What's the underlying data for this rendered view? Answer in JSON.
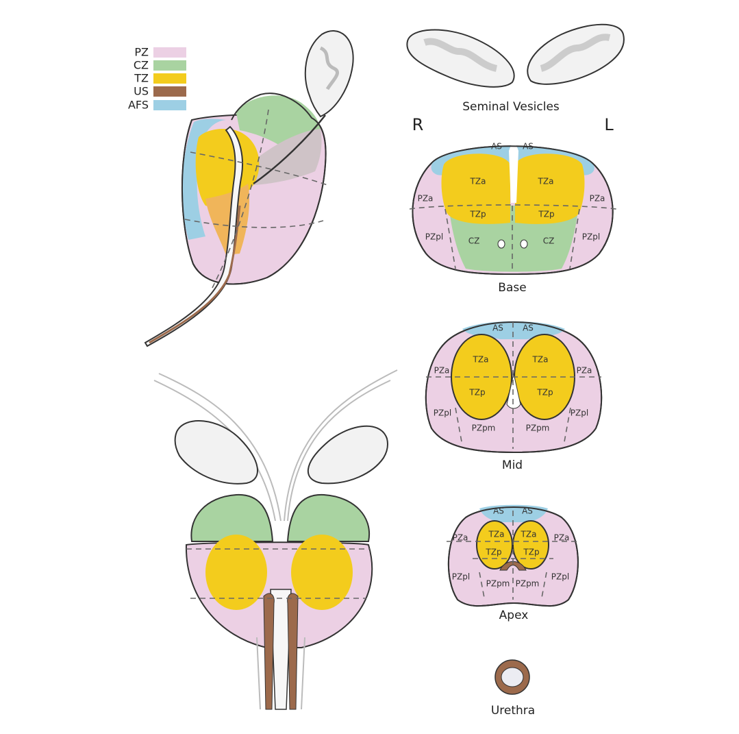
{
  "colors": {
    "PZ": "#ecd0e4",
    "CZ": "#a9d3a1",
    "TZ": "#f3cc1d",
    "US": "#9c6a4c",
    "AFS": "#9dcfe4",
    "seminal": "#f2f2f2"
  },
  "legend": [
    {
      "label": "PZ",
      "color_key": "PZ"
    },
    {
      "label": "CZ",
      "color_key": "CZ"
    },
    {
      "label": "TZ",
      "color_key": "TZ"
    },
    {
      "label": "US",
      "color_key": "US"
    },
    {
      "label": "AFS",
      "color_key": "AFS"
    }
  ],
  "orientation": {
    "right": "R",
    "left": "L"
  },
  "captions": {
    "seminal": "Seminal Vesicles",
    "base": "Base",
    "mid": "Mid",
    "apex": "Apex",
    "urethra": "Urethra"
  },
  "base_labels": {
    "as_r": "AS",
    "as_l": "AS",
    "tza_r": "TZa",
    "tza_l": "TZa",
    "tzp_r": "TZp",
    "tzp_l": "TZp",
    "cz_r": "CZ",
    "cz_l": "CZ",
    "pza_r": "PZa",
    "pza_l": "PZa",
    "pzpl_r": "PZpl",
    "pzpl_l": "PZpl"
  },
  "mid_labels": {
    "as_r": "AS",
    "as_l": "AS",
    "tza_r": "TZa",
    "tza_l": "TZa",
    "tzp_r": "TZp",
    "tzp_l": "TZp",
    "pza_r": "PZa",
    "pza_l": "PZa",
    "pzpl_r": "PZpl",
    "pzpl_l": "PZpl",
    "pzpm_r": "PZpm",
    "pzpm_l": "PZpm"
  },
  "apex_labels": {
    "as_r": "AS",
    "as_l": "AS",
    "tza_r": "TZa",
    "tza_l": "TZa",
    "tzp_r": "TZp",
    "tzp_l": "TZp",
    "pza_r": "PZa",
    "pza_l": "PZa",
    "pzpl_r": "PZpl",
    "pzpl_l": "PZpl",
    "pzpm_r": "PZpm",
    "pzpm_l": "PZpm"
  }
}
